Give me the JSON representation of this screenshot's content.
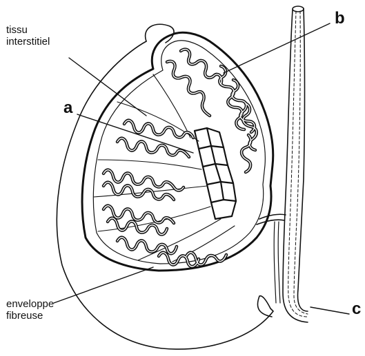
{
  "labels": {
    "tissu_line1": "tissu",
    "tissu_line2": "interstitiel",
    "a": "a",
    "b": "b",
    "c": "c",
    "envelope_line1": "enveloppe",
    "envelope_line2": "fibreuse"
  },
  "colors": {
    "ink": "#111111",
    "background": "#ffffff",
    "tubule_fill": "#9a9a9a"
  }
}
